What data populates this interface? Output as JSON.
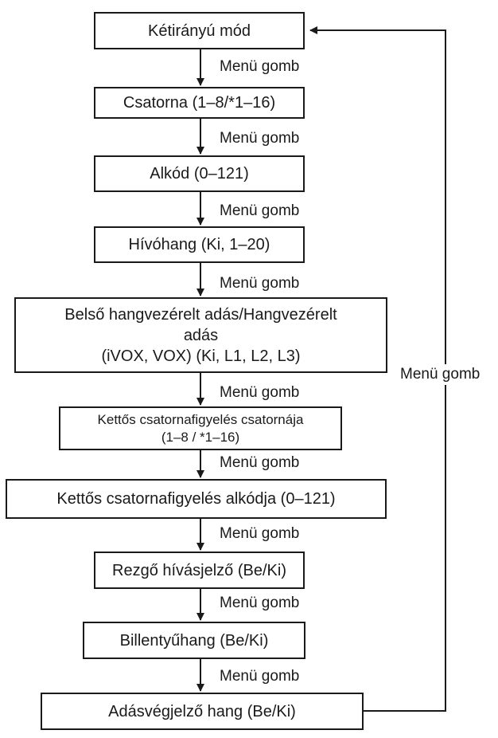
{
  "nodes": [
    {
      "id": "n1",
      "lines": [
        "Kétirányú mód"
      ]
    },
    {
      "id": "n2",
      "lines": [
        "Csatorna (1–8/*1–16)"
      ]
    },
    {
      "id": "n3",
      "lines": [
        "Alkód (0–121)"
      ]
    },
    {
      "id": "n4",
      "lines": [
        "Hívóhang (Ki, 1–20)"
      ]
    },
    {
      "id": "n5",
      "lines": [
        "Belső hangvezérelt adás/Hangvezérelt",
        "adás",
        "(iVOX, VOX) (Ki, L1, L2, L3)"
      ]
    },
    {
      "id": "n6",
      "lines": [
        "Kettős csatornafigyelés csatornája",
        "(1–8 / *1–16)"
      ]
    },
    {
      "id": "n7",
      "lines": [
        "Kettős csatornafigyelés alkódja (0–121)"
      ]
    },
    {
      "id": "n8",
      "lines": [
        "Rezgő hívásjelző (Be/Ki)"
      ]
    },
    {
      "id": "n9",
      "lines": [
        "Billentyűhang (Be/Ki)"
      ]
    },
    {
      "id": "n10",
      "lines": [
        "Adásvégjelző hang (Be/Ki)"
      ]
    }
  ],
  "edge_labels": [
    "Menü gomb",
    "Menü gomb",
    "Menü gomb",
    "Menü gomb",
    "Menü gomb",
    "Menü gomb",
    "Menü gomb",
    "Menü gomb",
    "Menü gomb"
  ],
  "loop_label": "Menü gomb",
  "colors": {
    "stroke": "#1a1a1a",
    "background": "#ffffff"
  }
}
